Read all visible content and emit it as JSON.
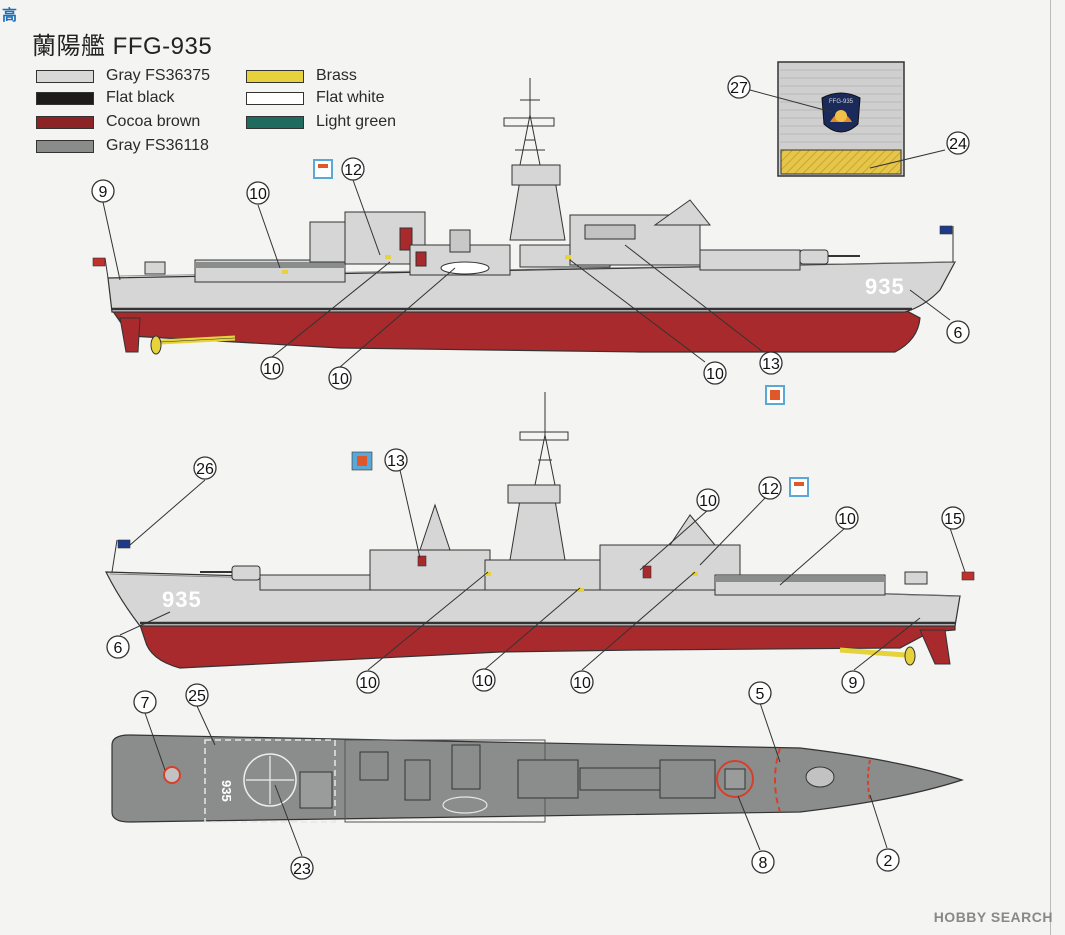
{
  "title": "蘭陽艦 FFG-935",
  "logo_text": "高",
  "watermark": "HOBBY SEARCH",
  "legend": [
    {
      "label": "Gray FS36375",
      "color": "#d8d8d8"
    },
    {
      "label": "Flat black",
      "color": "#1e1b1b"
    },
    {
      "label": "Cocoa brown",
      "color": "#8c2426"
    },
    {
      "label": "Gray FS36118",
      "color": "#8a8c8c"
    },
    {
      "label": "Brass",
      "color": "#e6d23a"
    },
    {
      "label": "Flat white",
      "color": "#ffffff"
    },
    {
      "label": "Light green",
      "color": "#1f6b5e"
    }
  ],
  "hull_number": "935",
  "callouts": {
    "n2": "2",
    "n5": "5",
    "n6": "6",
    "n7": "7",
    "n8": "8",
    "n9": "9",
    "n10": "10",
    "n12": "12",
    "n13": "13",
    "n15": "15",
    "n23": "23",
    "n24": "24",
    "n25": "25",
    "n26": "26",
    "n27": "27"
  },
  "ship_colors": {
    "hull_gray": "#d6d6d6",
    "hull_red": "#a82a2c",
    "deck_gray": "#8b8d8d",
    "brass": "#e6d23a",
    "outline": "#333333"
  },
  "insert_badge_text": "FFG-935"
}
